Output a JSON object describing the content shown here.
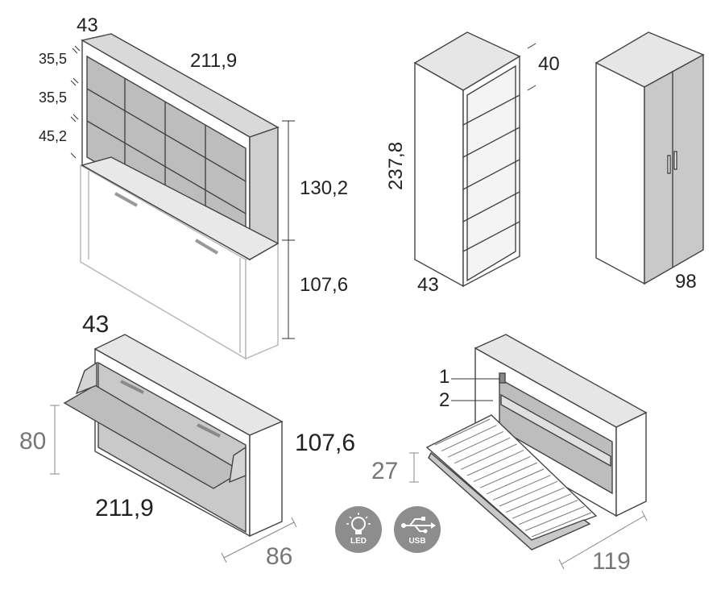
{
  "bed_bookcase": {
    "depth_top": "43",
    "shelf_heights": [
      "35,5",
      "35,5",
      "45,2"
    ],
    "width": "211,9",
    "height_upper": "130,2",
    "height_lower": "107,6"
  },
  "bookcase": {
    "height": "237,8",
    "depth": "40",
    "width": "43"
  },
  "wardrobe": {
    "width": "98"
  },
  "open_bed": {
    "depth": "43",
    "height": "80",
    "height_closed": "107,6",
    "width": "211,9",
    "depth_base": "86"
  },
  "mechanism": {
    "callouts": [
      "1",
      "2"
    ],
    "platform_height": "27",
    "width": "119"
  },
  "badges": {
    "led": "LED",
    "usb": "USB"
  }
}
